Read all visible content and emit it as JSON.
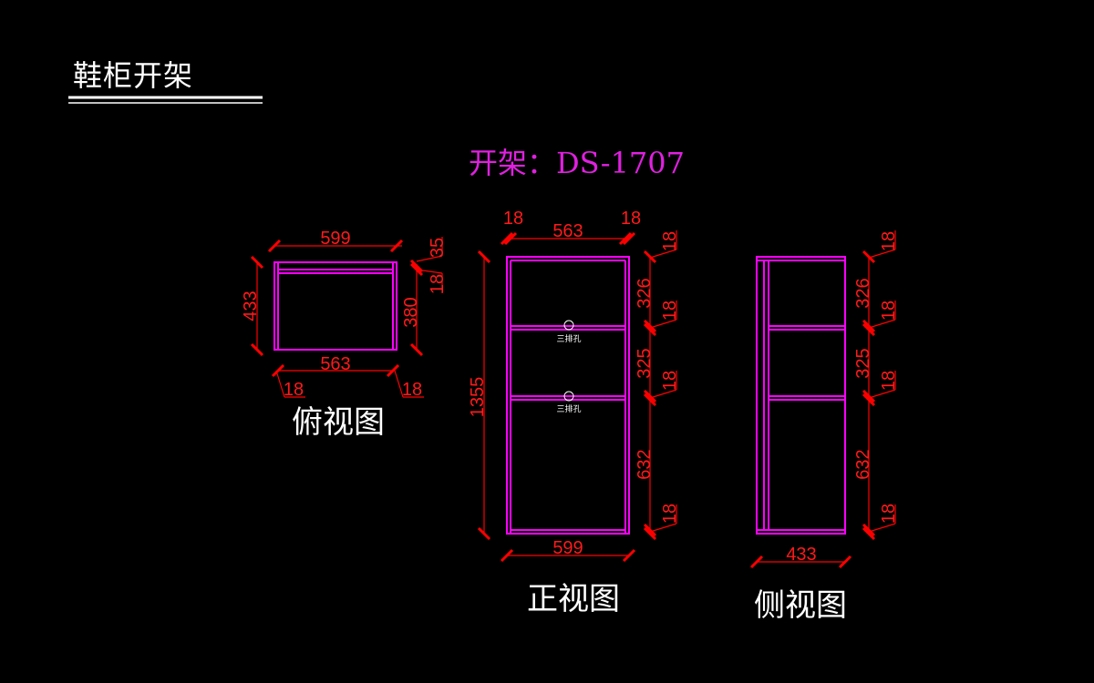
{
  "header": {
    "title": "鞋柜开架"
  },
  "model": {
    "label": "开架：DS-1707"
  },
  "colors": {
    "background": "#000000",
    "outline": "#ff00ff",
    "dimension": "#ff0000",
    "text": "#ffffff",
    "model": "#e020e0"
  },
  "top_view": {
    "label": "俯视图",
    "dims": {
      "overall_width": "599",
      "inner_width": "563",
      "depth": "433",
      "inner_depth": "380",
      "back_offset": "35",
      "back_thickness": "18",
      "left_side": "18",
      "right_side": "18"
    }
  },
  "front_view": {
    "label": "正视图",
    "hole_label": "三排孔",
    "dims": {
      "left_side": "18",
      "inner_width": "563",
      "right_side": "18",
      "overall_width": "599",
      "height": "1355",
      "top_panel": "18",
      "space1": "326",
      "shelf1": "18",
      "space2": "325",
      "shelf2": "18",
      "space3": "632",
      "bottom_panel": "18"
    }
  },
  "side_view": {
    "label": "侧视图",
    "dims": {
      "depth": "433",
      "top_panel": "18",
      "space1": "326",
      "shelf1": "18",
      "space2": "325",
      "shelf2": "18",
      "space3": "632",
      "bottom_panel": "18"
    }
  }
}
